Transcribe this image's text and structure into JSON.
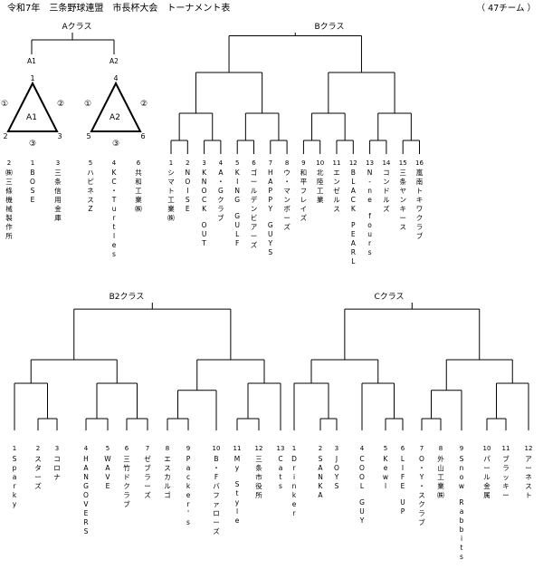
{
  "header": {
    "title": "令和7年　三条野球連盟　市長杯大会　トーナメント表",
    "count": "（ 47チーム ）"
  },
  "groups": {
    "a": {
      "title": "Aクラス",
      "left_slot": "A1",
      "right_slot": "A2",
      "triangles": [
        {
          "name": "A1",
          "top": "1",
          "left": "2",
          "right": "3",
          "side_left": "①",
          "side_right": "②",
          "side_bottom": "③"
        },
        {
          "name": "A2",
          "top": "4",
          "left": "5",
          "right": "6",
          "side_left": "①",
          "side_right": "②",
          "side_bottom": "③"
        }
      ],
      "teams": [
        {
          "num": "2",
          "name": "㈱三條機械製作所"
        },
        {
          "num": "1",
          "name": "BOSE"
        },
        {
          "num": "3",
          "name": "三条信用金庫"
        },
        {
          "num": "5",
          "name": "ハピネスZ"
        },
        {
          "num": "4",
          "name": "KC・Turtles"
        },
        {
          "num": "6",
          "name": "共和工業㈱"
        }
      ]
    },
    "b": {
      "title": "Bクラス",
      "teams": [
        {
          "num": "1",
          "name": "シマト工業㈱"
        },
        {
          "num": "2",
          "name": "NOISE"
        },
        {
          "num": "3",
          "name": "KNOCK OUT"
        },
        {
          "num": "4",
          "name": "A・Gクラブ"
        },
        {
          "num": "5",
          "name": "KING GULF"
        },
        {
          "num": "6",
          "name": "ゴールデンビアーズ"
        },
        {
          "num": "7",
          "name": "HAPPY GUYS"
        },
        {
          "num": "8",
          "name": "ウ・マンボーズ"
        },
        {
          "num": "9",
          "name": "和平フレイズ"
        },
        {
          "num": "10",
          "name": "北陸工業"
        },
        {
          "num": "11",
          "name": "エンゼルス"
        },
        {
          "num": "12",
          "name": "BLACK PEARL"
        },
        {
          "num": "13",
          "name": "N-ne fours"
        },
        {
          "num": "14",
          "name": "コンドルズ"
        },
        {
          "num": "15",
          "name": "三条ヤンキース"
        },
        {
          "num": "16",
          "name": "嵐南トキワクラブ"
        }
      ]
    },
    "b2": {
      "title": "B2クラス",
      "teams": [
        {
          "num": "1",
          "name": "Sparky"
        },
        {
          "num": "2",
          "name": "スターズ"
        },
        {
          "num": "3",
          "name": "コロナ"
        },
        {
          "num": "4",
          "name": "HANGOVERS"
        },
        {
          "num": "5",
          "name": "WAVE"
        },
        {
          "num": "6",
          "name": "三竹ドクラブ"
        },
        {
          "num": "7",
          "name": "ゼブラーズ"
        },
        {
          "num": "8",
          "name": "エスカルゴ"
        },
        {
          "num": "9",
          "name": "Packer's"
        },
        {
          "num": "10",
          "name": "B・Fバファローズ"
        },
        {
          "num": "11",
          "name": "My Style"
        },
        {
          "num": "12",
          "name": "三条市役所"
        },
        {
          "num": "13",
          "name": "Cats"
        }
      ]
    },
    "c": {
      "title": "Cクラス",
      "teams": [
        {
          "num": "1",
          "name": "Drinker"
        },
        {
          "num": "2",
          "name": "SANKA"
        },
        {
          "num": "3",
          "name": "JOYS"
        },
        {
          "num": "4",
          "name": "COOL GUY"
        },
        {
          "num": "5",
          "name": "Kewl"
        },
        {
          "num": "6",
          "name": "LIFE UP"
        },
        {
          "num": "7",
          "name": "O・Y・スクラブ"
        },
        {
          "num": "8",
          "name": "外山工業㈱"
        },
        {
          "num": "9",
          "name": "Snow Rabbits"
        },
        {
          "num": "10",
          "name": "パール金属"
        },
        {
          "num": "11",
          "name": "ブラッキー"
        },
        {
          "num": "12",
          "name": "アーネスト"
        }
      ]
    }
  }
}
